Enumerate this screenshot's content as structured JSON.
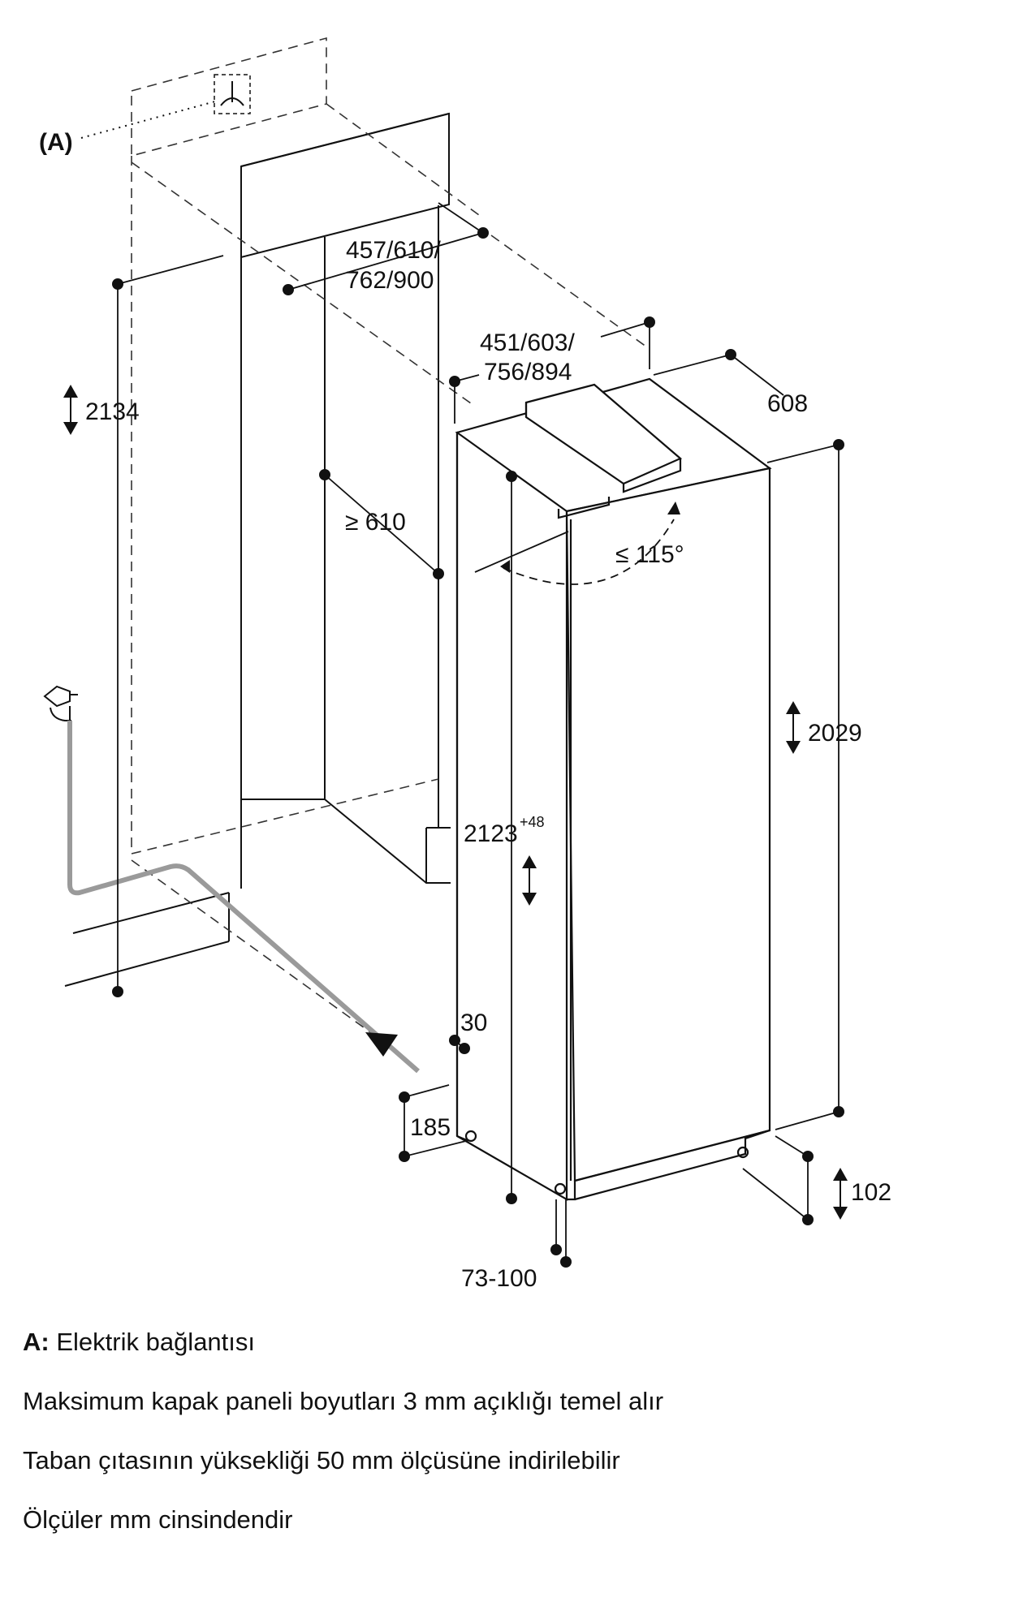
{
  "diagram": {
    "label_a": "(A)",
    "dimensions": {
      "niche_width": "457/610/",
      "niche_width_2": "762/900",
      "device_width": "451/603/",
      "device_width_2": "756/894",
      "device_depth": "608",
      "niche_height": "2134",
      "min_depth": "≥ 610",
      "door_angle": "≤ 115°",
      "device_height": "2029",
      "niche_height_install": "2123",
      "niche_height_tolerance": "+48",
      "side_gap": "30",
      "plinth_depth": "185",
      "plinth_height": "102",
      "plinth_offset": "73-100"
    },
    "icons": [
      "electric-socket-icon",
      "water-tap-icon",
      "drain-arrow-icon",
      "double-arrow-icon"
    ]
  },
  "notes": {
    "a_key": "A:",
    "a_text": "Elektrik bağlantısı",
    "line2": "Maksimum kapak paneli boyutları 3 mm açıklığı temel alır",
    "line3": "Taban çıtasının yüksekliği 50 mm ölçüsüne indirilebilir",
    "line4": "Ölçüler mm cinsindendir"
  }
}
